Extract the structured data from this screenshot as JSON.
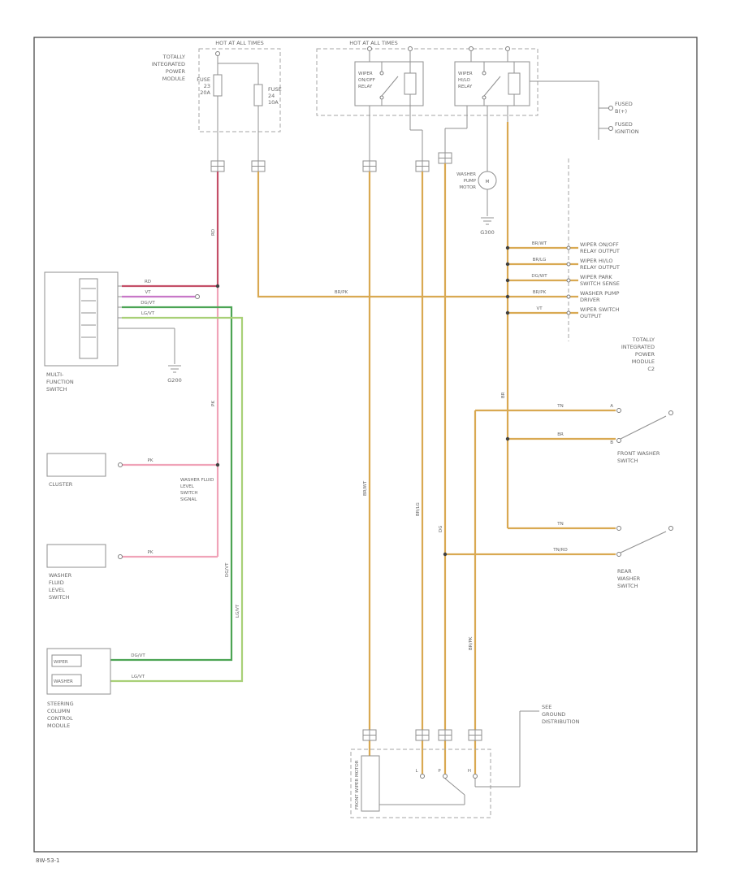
{
  "page": {
    "footer": "8W-53-1"
  },
  "colors": {
    "crimson": "#c44f68",
    "pink": "#f0a3b8",
    "green": "#4ca454",
    "light_green": "#a8d077",
    "tan": "#d9a952",
    "violet": "#c878c8"
  },
  "labels": {
    "hot": "HOT AT ALL TIMES",
    "tipm": [
      "TOTALLY",
      "INTEGRATED",
      "POWER",
      "MODULE"
    ],
    "fuse1": [
      "FUSE",
      "23",
      "20A"
    ],
    "fuse2": [
      "FUSE",
      "24",
      "10A"
    ],
    "relay1": [
      "WIPER",
      "ON/OFF",
      "RELAY"
    ],
    "relay2": [
      "WIPER",
      "HI/LO",
      "RELAY"
    ],
    "washer_pump": [
      "WASHER",
      "PUMP",
      "MOTOR"
    ],
    "motor_m": "M",
    "g300": "G300",
    "g200": "G200",
    "stub1": [
      "FUSED",
      "B(+)"
    ],
    "stub2": [
      "FUSED",
      "IGNITION"
    ],
    "rows": [
      {
        "code": "BR/WT",
        "name": [
          "WIPER ON/OFF",
          "RELAY OUTPUT"
        ]
      },
      {
        "code": "BR/LG",
        "name": [
          "WIPER HI/LO",
          "RELAY OUTPUT"
        ]
      },
      {
        "code": "DG/WT",
        "name": [
          "WIPER PARK",
          "SWITCH SENSE"
        ]
      },
      {
        "code": "BR/PK",
        "name": [
          "WASHER PUMP",
          "DRIVER"
        ]
      },
      {
        "code": "VT",
        "name": [
          "WIPER SWITCH",
          "OUTPUT"
        ]
      }
    ],
    "tipm_c2": [
      "TOTALLY",
      "INTEGRATED",
      "POWER",
      "MODULE",
      "C2"
    ],
    "switch1": {
      "pins": [
        "A",
        "B"
      ],
      "codes": [
        "TN",
        "BR"
      ],
      "name": [
        "FRONT WASHER",
        "SWITCH"
      ]
    },
    "switch2": {
      "codes": [
        "TN",
        "TN/RD"
      ],
      "name": [
        "REAR",
        "WASHER",
        "SWITCH"
      ]
    },
    "mfs": {
      "name": [
        "MULTI-",
        "FUNCTION",
        "SWITCH"
      ],
      "pin_codes": [
        "RD",
        "VT",
        "DG/VT",
        "LG/VT"
      ]
    },
    "item1": {
      "name": "CLUSTER",
      "code": "PK",
      "block": [
        "WASHER FLUID",
        "LEVEL",
        "SWITCH",
        "SIGNAL"
      ]
    },
    "item2": {
      "name": [
        "WASHER",
        "FLUID",
        "LEVEL",
        "SWITCH"
      ],
      "code": "PK"
    },
    "sccm": {
      "name": [
        "STEERING",
        "COLUMN",
        "CONTROL",
        "MODULE"
      ],
      "codes": [
        "DG/VT",
        "LG/VT"
      ],
      "rows": [
        "WIPER",
        "WASHER"
      ]
    },
    "motor": {
      "rot": "FRONT WIPER MOTOR",
      "pins": [
        "L",
        "P",
        "H"
      ]
    },
    "see_ground": [
      "SEE",
      "GROUND",
      "DISTRIBUTION"
    ]
  },
  "wire_codes": {
    "crimson": "RD",
    "pink": "PK",
    "green": "DG/VT",
    "lgreen": "LG/VT",
    "t455": "BR/WT",
    "t520": "BR/LG",
    "t548": "DG",
    "t585": "BR/PK",
    "t625": "BR"
  }
}
